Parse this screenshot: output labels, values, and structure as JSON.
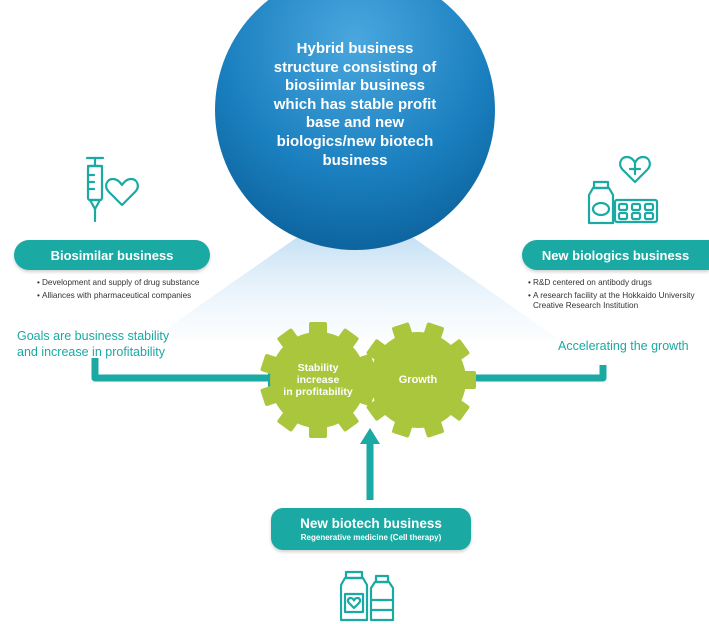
{
  "center": {
    "headline": [
      "Hybrid business",
      "structure consisting of",
      "biosiimlar business",
      "which has stable profit",
      "base and new",
      "biologics/new biotech",
      "business"
    ]
  },
  "left": {
    "icon": "syringe-heart-icon",
    "title": "Biosimilar business",
    "bullets": [
      "Development and supply of drug substance",
      "Alliances with pharmaceutical companies"
    ],
    "goal": [
      "Goals are business stability",
      "and increase in profitability"
    ]
  },
  "right": {
    "icon": "pill-bottle-heart-icon",
    "title": "New biologics business",
    "bullets": [
      "R&D centered on antibody drugs",
      "A research facility at the Hokkaido University Creative Research Institution"
    ],
    "goal": "Accelerating the growth"
  },
  "bottom": {
    "icon": "vials-heart-icon",
    "title": "New biotech business",
    "subtitle": "Regenerative medicine (Cell therapy)"
  },
  "gears": {
    "left_label": [
      "Stability",
      "increase",
      "in profitability"
    ],
    "right_label": "Growth"
  },
  "colors": {
    "teal": "#1aa9a3",
    "gear_green": "#a9c63d",
    "circle_dark": "#0f6fa8",
    "circle_light": "#3c9ad6",
    "arrow": "#1aa9a3"
  }
}
